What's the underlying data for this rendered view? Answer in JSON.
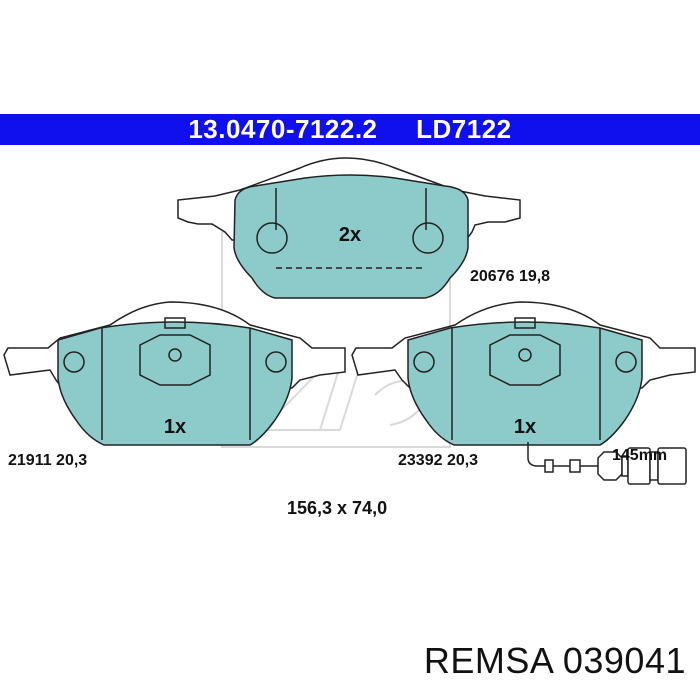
{
  "header": {
    "part_number": "13.0470-7122.2",
    "ld_code": "LD7122"
  },
  "pads": {
    "top": {
      "quantity": "2x",
      "spec": "20676 19,8"
    },
    "left": {
      "quantity": "1x",
      "spec": "21911 20,3"
    },
    "right": {
      "quantity": "1x",
      "spec": "23392 20,3"
    }
  },
  "sensor_wire_length": "145mm",
  "dimensions": "156,3 x 74,0",
  "brand_line": "REMSA 039041",
  "colors": {
    "header": "#1010ee",
    "pad_fill": "#8ccbc9",
    "outline": "#222222"
  },
  "icons": [
    "brake-pad-icon",
    "wear-sensor-icon",
    "watermark-logo-icon"
  ]
}
